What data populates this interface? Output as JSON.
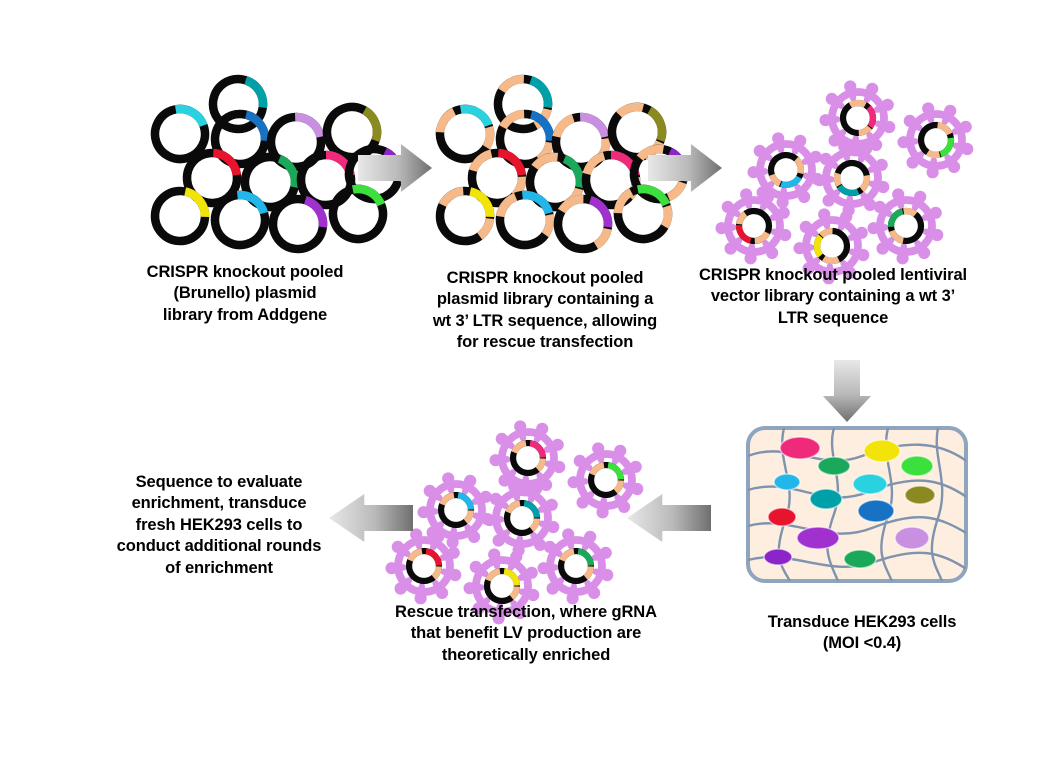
{
  "diagram": {
    "title": "CRISPR knockout pooled library lentiviral enrichment workflow",
    "background_color": "#ffffff",
    "arrow_color_light": "#e8e8e8",
    "arrow_color_dark": "#6f6f6f"
  },
  "captions": {
    "step1": "CRISPR knockout pooled\n(Brunello)  plasmid\nlibrary from Addgene",
    "step2": "CRISPR knockout pooled\nplasmid library containing a\nwt 3’ LTR sequence, allowing\nfor rescue transfection",
    "step3": "CRISPR knockout pooled lentiviral\nvector library containing a wt 3’\nLTR sequence",
    "step4": "Transduce HEK293 cells\n(MOI <0.4)",
    "step5": "Rescue transfection, where gRNA\nthat benefit LV production are\ntheoretically enriched",
    "step6": "Sequence to evaluate\nenrichment, transduce\nfresh HEK293 cells to\nconduct additional rounds\nof enrichment"
  },
  "icons": {
    "plasmid": "plasmid-ring-icon",
    "lentivirus": "lentiviral-particle-icon",
    "flask": "cell-culture-flask-icon",
    "arrow_right": "arrow-right-icon",
    "arrow_down": "arrow-down-icon",
    "arrow_left": "arrow-left-icon"
  },
  "colors": {
    "plasmid_backbone": "#0a0a0a",
    "ltr_segment": "#f5b98a",
    "virion_body": "#d98fe8",
    "virion_stroke": "#c77fd9",
    "flask_border": "#8fa4bd",
    "flask_fill": "#fdeee0",
    "cell_boundary": "#7e93ad"
  },
  "plasmid_library": {
    "description": "Pooled plasmid library: black circular backbones each with one colored gRNA segment",
    "insert_colors": [
      "#00a0a8",
      "#2ad2e0",
      "#1772c4",
      "#c98fe0",
      "#8a8a20",
      "#e8142d",
      "#1aa85a",
      "#ef2a7b",
      "#8c25c9",
      "#f2e408",
      "#22b7e8",
      "#a031cf",
      "#3ce03c"
    ]
  },
  "lentiviral_library": {
    "description": "Lentiviral vector particles, each enveloping a plasmid with wt 3' LTR",
    "particle_insert_colors": [
      "#ef2a7b",
      "#3ce03c",
      "#22b7e8",
      "#00a0a8",
      "#e8142d",
      "#f2e408",
      "#1aa85a"
    ],
    "particle_count": 7
  },
  "cell_culture": {
    "description": "Monolayer of HEK293 cells with transduced nuclei",
    "nucleus_colors": [
      "#ef2a7b",
      "#1aa85a",
      "#f2e408",
      "#3ce03c",
      "#22b7e8",
      "#2ad2e0",
      "#8a8a20",
      "#00a0a8",
      "#1772c4",
      "#e8142d",
      "#a031cf",
      "#c98fe0",
      "#8c25c9",
      "#1aa85a"
    ],
    "cell_count": 14
  },
  "flow": {
    "sequence": [
      "step1",
      "step2",
      "step3",
      "step4",
      "step5",
      "step6"
    ],
    "arrows": [
      {
        "name": "arrow-step1-to-step2",
        "direction": "right"
      },
      {
        "name": "arrow-step2-to-step3",
        "direction": "right"
      },
      {
        "name": "arrow-step3-to-step4",
        "direction": "down"
      },
      {
        "name": "arrow-step4-to-step5",
        "direction": "left"
      },
      {
        "name": "arrow-step5-to-step6",
        "direction": "left"
      }
    ]
  }
}
